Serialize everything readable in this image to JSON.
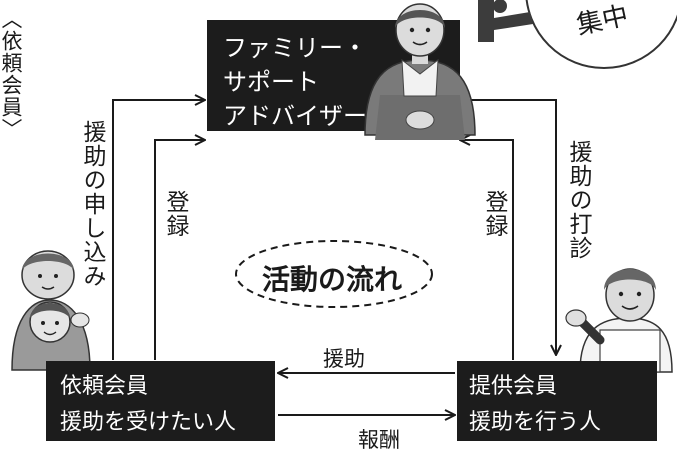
{
  "side_label": "〈依頼会員〉",
  "badge_text": "集中",
  "boxes": {
    "advisor": {
      "line1": "ファミリー・",
      "line2": "サポート",
      "line3": "アドバイザー"
    },
    "requester": {
      "line1": "依頼会員",
      "line2": "援助を受けたい人"
    },
    "provider": {
      "line1": "提供会員",
      "line2": "援助を行う人"
    }
  },
  "edges": {
    "request_help": "援助の申し込み",
    "register_left": "登録",
    "register_right": "登録",
    "sound_out_help": "援助の打診",
    "help": "援助",
    "reward": "報酬"
  },
  "center_label": "活動の流れ",
  "colors": {
    "box_fill": "#1c1c1c",
    "box_text": "#ffffff",
    "line": "#1a1a1a",
    "accent": "#555555"
  },
  "icons": [
    "advisor-woman-illustration",
    "parent-child-illustration",
    "provider-woman-illustration"
  ]
}
